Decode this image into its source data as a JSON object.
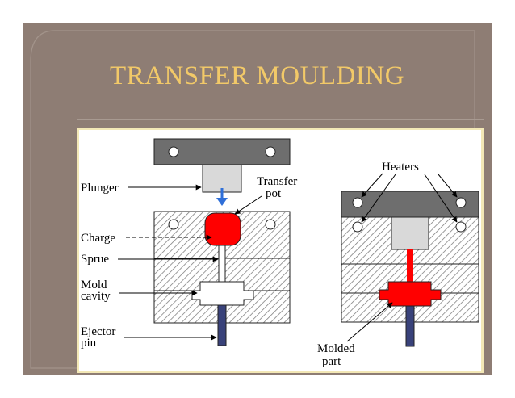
{
  "slide": {
    "title": "TRANSFER MOULDING"
  },
  "colors": {
    "slide_bg": "#8e7d74",
    "title": "#f2c968",
    "figure_border": "#f3e8b6",
    "charge_red": "#ff0000",
    "plunger_gray": "#d9d9d9",
    "platen_gray": "#6e6e6e",
    "ejector_navy": "#39427a",
    "arrow_blue": "#2f6fd8"
  },
  "diagram": {
    "left_labels": {
      "plunger": "Plunger",
      "transfer_pot_line1": "Transfer",
      "transfer_pot_line2": "pot",
      "charge": "Charge",
      "sprue": "Sprue",
      "mold_cavity_line1": "Mold",
      "mold_cavity_line2": "cavity",
      "ejector_pin_line1": "Ejector",
      "ejector_pin_line2": "pin"
    },
    "right_labels": {
      "heaters": "Heaters",
      "molded_part_line1": "Molded",
      "molded_part_line2": "part"
    }
  }
}
